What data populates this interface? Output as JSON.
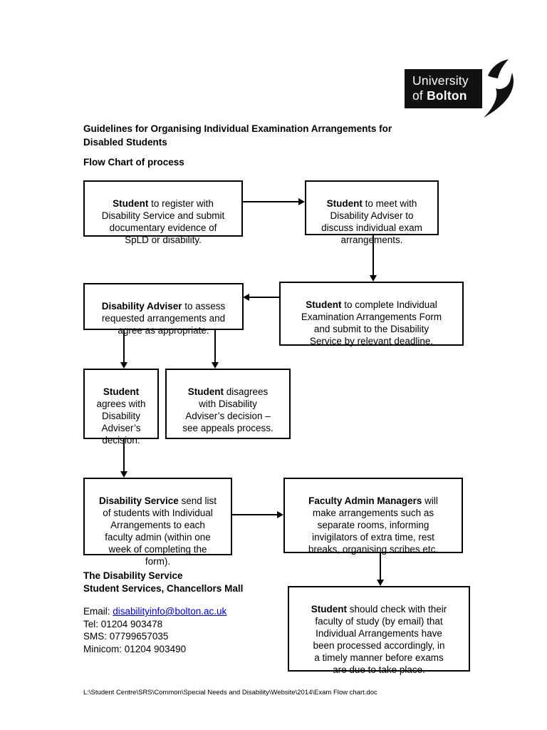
{
  "logo": {
    "line1": "University",
    "line2_prefix": "of ",
    "line2_bold": "Bolton",
    "bg_color": "#111111",
    "swoosh_icon": "bolton-swoosh"
  },
  "header": {
    "title": "Guidelines for Organising Individual Examination Arrangements for\nDisabled Students",
    "subtitle": "Flow Chart of process"
  },
  "flowchart": {
    "boxes": [
      {
        "id": "register",
        "bold": "Student",
        "rest": " to register with\nDisability Service and submit\ndocumentary evidence of\nSpLD or disability."
      },
      {
        "id": "meet-adviser",
        "bold": "Student",
        "rest": " to meet with\nDisability Adviser to\ndiscuss individual exam\narrangements."
      },
      {
        "id": "assess",
        "bold": "Disability Adviser",
        "rest": " to assess\nrequested arrangements and\nagree as appropriate."
      },
      {
        "id": "complete-form",
        "bold": "Student",
        "rest": " to complete Individual\nExamination Arrangements Form\nand submit to the Disability\nService by relevant deadline."
      },
      {
        "id": "agrees",
        "bold": "Student",
        "rest": "\nagrees with\nDisability\nAdviser’s\ndecision."
      },
      {
        "id": "disagrees",
        "bold": "Student",
        "rest": " disagrees\nwith Disability\nAdviser’s decision –\nsee appeals process."
      },
      {
        "id": "send-list",
        "bold": "Disability Service",
        "rest": " send list\nof students with Individual\nArrangements to each\nfaculty admin (within one\nweek of completing the\nform)."
      },
      {
        "id": "faculty-admin",
        "bold": "Faculty Admin Managers",
        "rest": " will\nmake arrangements such as\nseparate rooms, informing\ninvigilators of extra time, rest\nbreaks, organising scribes etc."
      },
      {
        "id": "student-check",
        "bold": "Student",
        "rest": " should check with their\nfaculty of study (by email) that\nIndividual Arrangements have\nbeen processed accordingly, in\na timely manner before exams\nare due to take place."
      }
    ]
  },
  "contact": {
    "name": "The Disability Service\nStudent Services, Chancellors Mall",
    "email_label": "Email: ",
    "email": "disabilityinfo@bolton.ac.uk",
    "tel": "Tel: 01204 903478",
    "sms": "SMS: 07799657035",
    "minicom": "Minicom: 01204 903490"
  },
  "footer": {
    "path": "L:\\Student Centre\\SRS\\Common\\Special Needs and Disability\\Website\\2014\\Exam Flow chart.doc"
  },
  "colors": {
    "link_blue": "#0000CC",
    "text": "#000000",
    "logo_bg": "#111111",
    "page_bg": "#ffffff"
  }
}
